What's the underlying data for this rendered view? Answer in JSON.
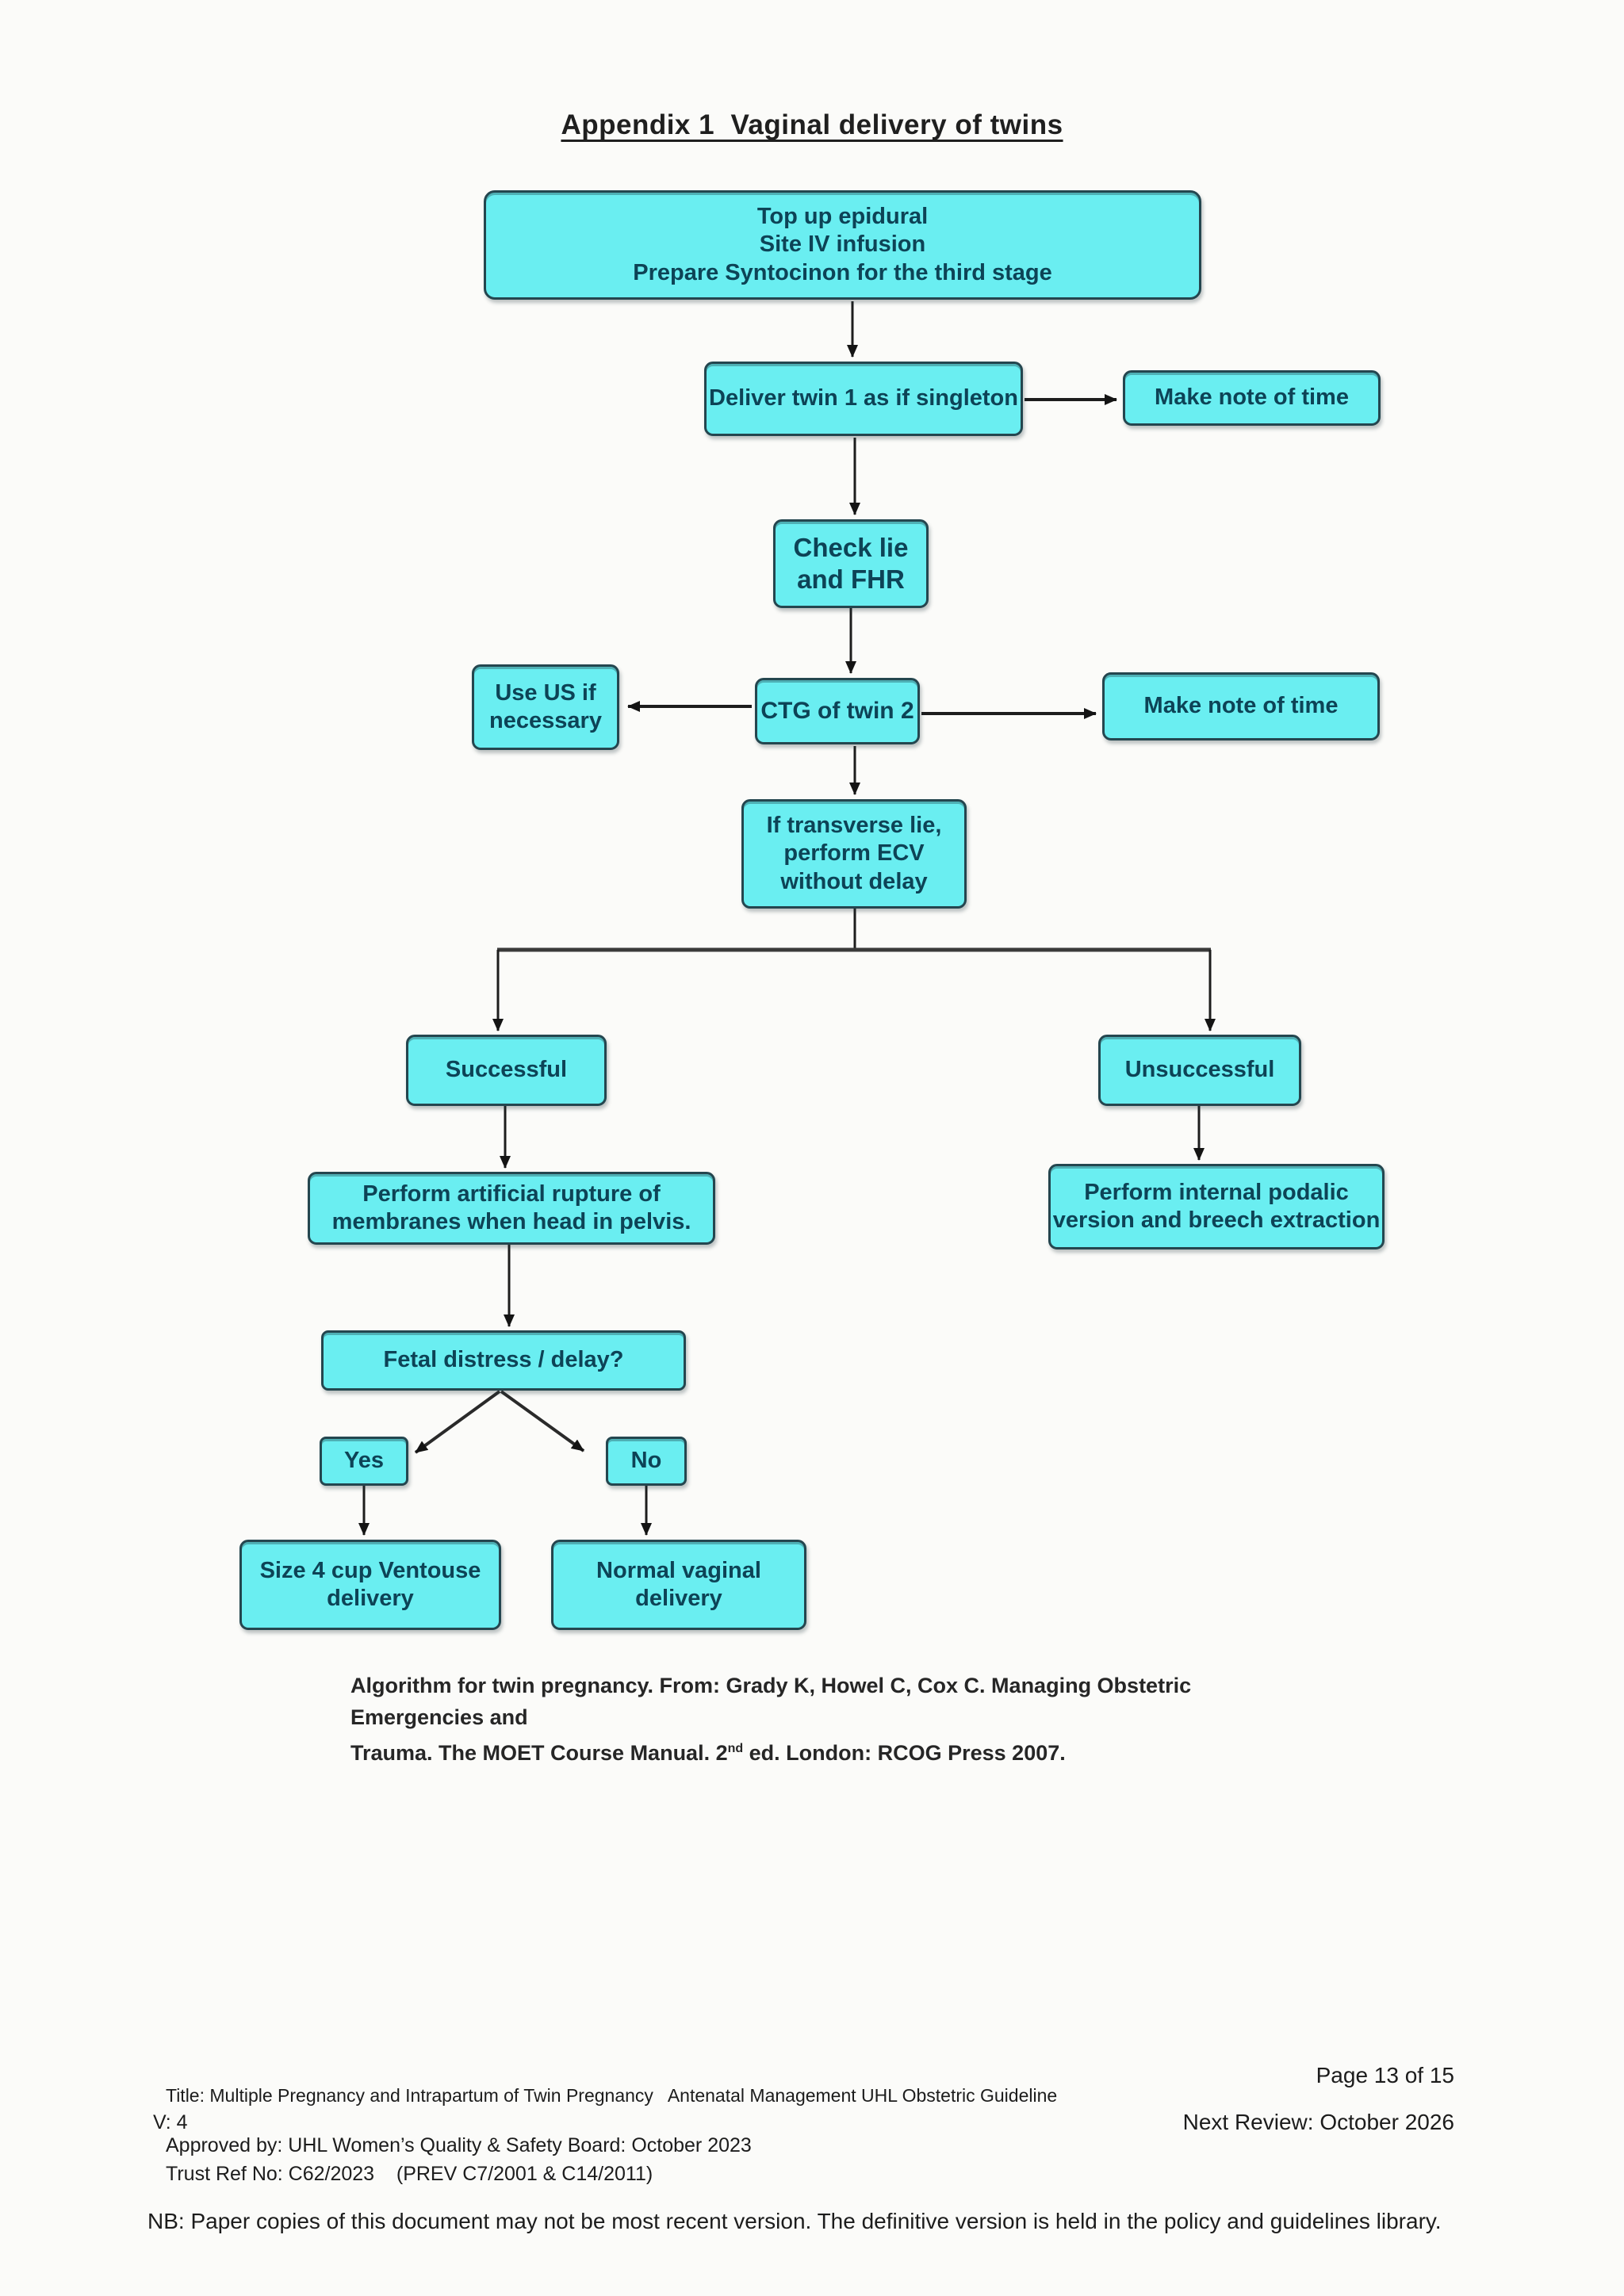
{
  "page": {
    "title": "Appendix 1  Vaginal delivery of twins"
  },
  "flowchart": {
    "colors": {
      "box_fill": "#6aeef1",
      "box_border": "#24464f",
      "box_text": "#0d4356",
      "arrow": "#1d1d1d"
    },
    "nodes": {
      "prep": "Top up epidural\nSite IV infusion\nPrepare Syntocinon for the third stage",
      "deliver_twin1": "Deliver twin 1 as if singleton",
      "note_time_1": "Make note of time",
      "check_lie": "Check lie\nand FHR",
      "use_us": "Use US if\nnecessary",
      "ctg_twin2": "CTG of twin 2",
      "note_time_2": "Make note of time",
      "ecv": "If transverse lie,\nperform ECV\nwithout delay",
      "successful": "Successful",
      "unsuccessful": "Unsuccessful",
      "arm": "Perform artificial rupture of\nmembranes when head in pelvis.",
      "podalic": "Perform internal podalic\nversion and breech extraction",
      "fetal_distress": "Fetal distress / delay?",
      "yes": "Yes",
      "no": "No",
      "ventouse": "Size 4 cup Ventouse\ndelivery",
      "normal_delivery": "Normal vaginal\ndelivery"
    },
    "caption": {
      "line1": "Algorithm for twin pregnancy. From: Grady K, Howel C, Cox C. Managing Obstetric Emergencies and",
      "line2_pre": "Trauma. The MOET Course Manual. 2",
      "line2_sup": "nd",
      "line2_post": " ed. London: RCOG Press 2007."
    }
  },
  "footer": {
    "doc_title": "Title: Multiple Pregnancy and Intrapartum of Twin Pregnancy   Antenatal Management UHL Obstetric Guideline",
    "version": "V: 4",
    "approved": "Approved by: UHL Women’s Quality & Safety Board: October 2023",
    "trust_ref": "Trust Ref No: C62/2023    (PREV C7/2001 & C14/2011)",
    "page_info": "Page 13 of 15",
    "next_review": "Next Review: October 2026",
    "nb": "NB: Paper copies of this document may not be most recent version. The definitive version is held in the policy and guidelines library."
  }
}
